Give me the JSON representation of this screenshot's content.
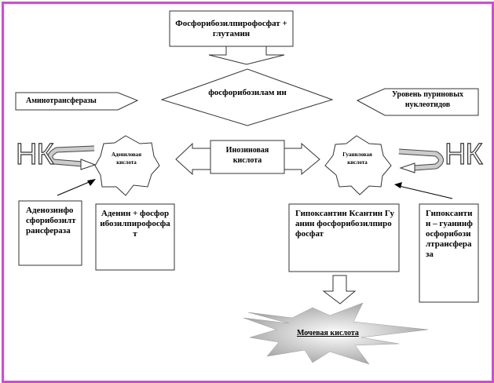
{
  "top_box": "Фосфорибозилпирофосфат + глутамин",
  "diamond": "фосфорибозилам ин",
  "left_arrow_label": "Аминотрансферазы",
  "right_arrow_label": "Уровень пуриновых нуклеотидов",
  "adenylic": "Адениловая кислота",
  "inosinic": "Инозиновая кислота",
  "guanylic": "Гуаниловая кислота",
  "nk_left": "НК",
  "nk_right": "НК",
  "box_aprt": "Аденозинфосфорибозилтрансфераза",
  "box_adenine": "Аденин + фосфорибозилпирофосфат",
  "box_hypo": "Гипоксантин Ксантин Гуанин фосфорибозилпирофосфат",
  "box_hgprt": "Гипоксантин – гуанинфосфорибозилтрансфераза",
  "uric_acid": "Мочевая кислота",
  "colors": {
    "frame": "#e040e0",
    "curved_arrow": "#b0b0b0"
  }
}
